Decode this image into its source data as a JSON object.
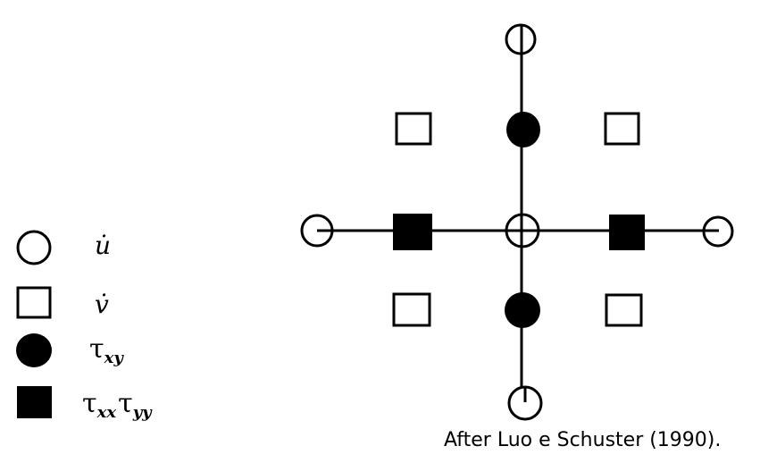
{
  "legend": [
    {
      "symbol": "open-circle",
      "label": "u̇"
    },
    {
      "symbol": "open-square",
      "label": "v̇"
    },
    {
      "symbol": "filled-circle",
      "label": "τ",
      "sub": "xy"
    },
    {
      "symbol": "filled-square",
      "label_a": "τ",
      "sub_a": "xx",
      "label_b": "τ",
      "sub_b": "yy"
    }
  ],
  "caption": "After Luo e Schuster (1990).",
  "colors": {
    "ink": "#000000",
    "background": "#ffffff"
  }
}
